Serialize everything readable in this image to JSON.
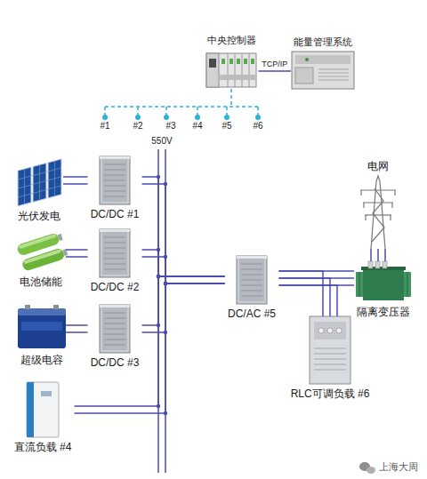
{
  "diagram": {
    "nodes": [
      {
        "text": [
          "中央控制器"
        ]
      },
      {
        "text": [
          "能量管理系统"
        ]
      },
      {
        "text": [
          "光伏发电"
        ]
      },
      {
        "text": [
          "DC/DC #1"
        ]
      },
      {
        "text": [
          "电池储能"
        ]
      },
      {
        "text": [
          "DC/DC #2"
        ]
      },
      {
        "text": [
          "超级电容"
        ]
      },
      {
        "text": [
          "DC/DC #3"
        ]
      },
      {
        "text": [
          "直流负载 #4"
        ]
      },
      {
        "text": [
          "DC/AC #5"
        ]
      },
      {
        "text": [
          "电网"
        ]
      },
      {
        "text": [
          "隔离变压器"
        ]
      },
      {
        "text": [
          "RLC可调负载 #6"
        ]
      }
    ],
    "edges": [
      {
        "from": 0,
        "to": 1,
        "label": "TCP/IP",
        "arrow": "none"
      },
      {
        "from": 2,
        "to": 3,
        "arrow": "none"
      },
      {
        "from": 4,
        "to": 5,
        "arrow": "none"
      },
      {
        "from": 6,
        "to": 7,
        "arrow": "none"
      },
      {
        "from": 3,
        "to": 9,
        "arrow": "none"
      },
      {
        "from": 5,
        "to": 9,
        "arrow": "none"
      },
      {
        "from": 7,
        "to": 9,
        "arrow": "none"
      },
      {
        "from": 8,
        "to": 9,
        "arrow": "none"
      },
      {
        "from": 9,
        "to": 11,
        "arrow": "none"
      },
      {
        "from": 9,
        "to": 12,
        "arrow": "none"
      },
      {
        "from": 10,
        "to": 11,
        "arrow": "none"
      }
    ],
    "labels": [
      "#1",
      "#2",
      "#3",
      "#4",
      "#5",
      "#6",
      "550V",
      "上海大周"
    ]
  }
}
